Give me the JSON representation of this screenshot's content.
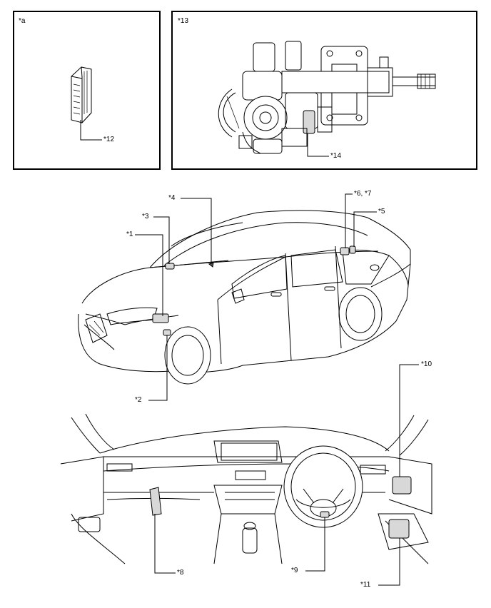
{
  "labels": {
    "a": "*a",
    "l1": "*1",
    "l2": "*2",
    "l3": "*3",
    "l4": "*4",
    "l5": "*5",
    "l67": "*6, *7",
    "l8": "*8",
    "l9": "*9",
    "l10": "*10",
    "l11": "*11",
    "l12": "*12",
    "l13": "*13",
    "l14": "*14"
  },
  "colors": {
    "line": "#000000",
    "background": "#ffffff",
    "component_fill": "#d8d8d8"
  }
}
